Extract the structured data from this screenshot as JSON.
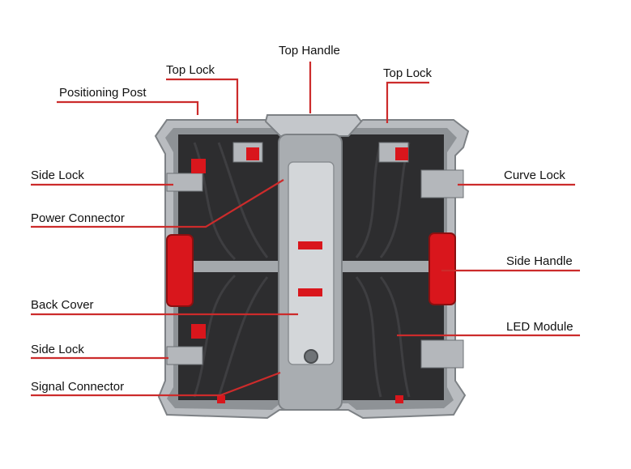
{
  "diagram": {
    "leader_color": "#cc2b2b",
    "cabinet_frame_color": "#9a9ea3",
    "module_color": "#2d2d2f",
    "accent_red": "#d9161c",
    "labels": {
      "top_handle": "Top Handle",
      "top_lock_left": "Top Lock",
      "top_lock_right": "Top Lock",
      "positioning_post": "Positioning Post",
      "side_lock_upper": "Side Lock",
      "curve_lock": "Curve Lock",
      "power_connector": "Power Connector",
      "side_handle": "Side Handle",
      "back_cover": "Back Cover",
      "led_module": "LED Module",
      "side_lock_lower": "Side Lock",
      "signal_connector": "Signal Connector"
    }
  }
}
